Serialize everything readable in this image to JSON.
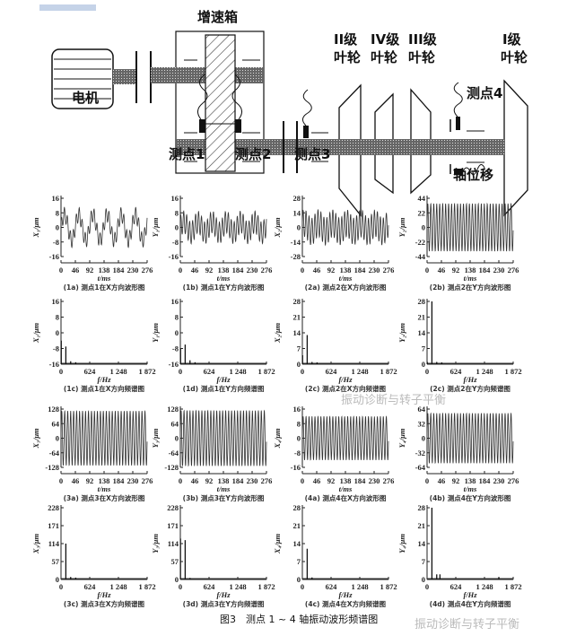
{
  "diagram": {
    "motor": "电机",
    "gearbox": "增速箱",
    "stage2": [
      "II级",
      "叶轮"
    ],
    "stage4": [
      "IV级",
      "叶轮"
    ],
    "stage3": [
      "III级",
      "叶轮"
    ],
    "stage1": [
      "I级",
      "叶轮"
    ],
    "point1": "测点1",
    "point2": "测点2",
    "point3": "测点3",
    "point4": "测点4",
    "axial": "轴位移"
  },
  "figure_caption": "图3　测点 1 ~ 4 轴振动波形频谱图",
  "watermark": "振动诊断与转子平衡",
  "colors": {
    "ink": "#222222",
    "watermark": "#bbbbbb",
    "accent_bar": "#c5d3e8"
  },
  "chart_data": [
    {
      "id": "1a",
      "type": "line",
      "caption": "(1a) 测点1在X方向波形图",
      "ylabel": "X₁/μm",
      "xlabel": "t/ms",
      "ylim": [
        -16,
        16
      ],
      "yticks": [
        "16",
        "8",
        "0",
        "-8",
        "-16"
      ],
      "xlim": [
        0,
        276
      ],
      "xticks": [
        "0",
        "46",
        "92",
        "138",
        "184",
        "230",
        "276"
      ],
      "components": [
        {
          "freq_hz": 22,
          "amp": 7
        },
        {
          "freq_hz": 105,
          "amp": 4
        }
      ]
    },
    {
      "id": "1b",
      "type": "line",
      "caption": "(1b) 测点1在Y方向波形图",
      "ylabel": "Y₁/μm",
      "xlabel": "t/ms",
      "ylim": [
        -16,
        16
      ],
      "yticks": [
        "16",
        "8",
        "0",
        "-8",
        "-16"
      ],
      "xlim": [
        0,
        276
      ],
      "xticks": [
        "0",
        "46",
        "92",
        "138",
        "184",
        "230",
        "276"
      ],
      "components": [
        {
          "freq_hz": 22,
          "amp": 3
        },
        {
          "freq_hz": 105,
          "amp": 6
        }
      ]
    },
    {
      "id": "2a",
      "type": "line",
      "caption": "(2a) 测点2在X方向波形图",
      "ylabel": "X₂/μm",
      "xlabel": "t/ms",
      "ylim": [
        -28,
        28
      ],
      "yticks": [
        "28",
        "14",
        "0",
        "-14",
        "-28"
      ],
      "xlim": [
        0,
        276
      ],
      "xticks": [
        "0",
        "46",
        "92",
        "138",
        "184",
        "230",
        "276"
      ],
      "components": [
        {
          "freq_hz": 105,
          "amp": 13
        },
        {
          "freq_hz": 22,
          "amp": 4
        }
      ]
    },
    {
      "id": "2b",
      "type": "line",
      "caption": "(2b) 测点2在Y方向波形图",
      "ylabel": "Y₂/μm",
      "xlabel": "t/ms",
      "ylim": [
        -44,
        44
      ],
      "yticks": [
        "44",
        "22",
        "0",
        "-22",
        "-44"
      ],
      "xlim": [
        0,
        276
      ],
      "xticks": [
        "0",
        "46",
        "92",
        "138",
        "184",
        "230",
        "276"
      ],
      "components": [
        {
          "freq_hz": 105,
          "amp": 36
        }
      ]
    },
    {
      "id": "1c",
      "type": "bar",
      "caption": "(1c) 测点1在X方向频谱图",
      "ylabel": "X₁/μm",
      "xlabel": "f/Hz",
      "ylim": [
        -16,
        16
      ],
      "yticks": [
        "16",
        "8",
        "0",
        "-8",
        "-16"
      ],
      "xlim": [
        0,
        1872
      ],
      "xticks": [
        "0",
        "624",
        "1 248",
        "1 872"
      ],
      "peaks": [
        [
          5,
          -4
        ],
        [
          105,
          -7
        ],
        [
          210,
          -14.5
        ],
        [
          320,
          -15
        ]
      ]
    },
    {
      "id": "1d",
      "type": "bar",
      "caption": "(1d) 测点1在Y方向频谱图",
      "ylabel": "Y₁/μm",
      "xlabel": "f/Hz",
      "ylim": [
        -16,
        16
      ],
      "yticks": [
        "16",
        "8",
        "0",
        "-8",
        "-16"
      ],
      "xlim": [
        0,
        1872
      ],
      "xticks": [
        "0",
        "624",
        "1 248",
        "1 872"
      ],
      "peaks": [
        [
          5,
          -8
        ],
        [
          105,
          -6
        ],
        [
          210,
          -14
        ],
        [
          320,
          -15
        ]
      ]
    },
    {
      "id": "2c",
      "type": "bar",
      "caption": "(2c) 测点2在X方向频谱图",
      "ylabel": "X₂/μm",
      "xlabel": "f/Hz",
      "ylim": [
        0,
        28
      ],
      "yticks": [
        "28",
        "21",
        "14",
        "7",
        "0"
      ],
      "xlim": [
        0,
        1872
      ],
      "xticks": [
        "0",
        "624",
        "1 248",
        "1 872"
      ],
      "peaks": [
        [
          5,
          4
        ],
        [
          105,
          13
        ],
        [
          210,
          1
        ],
        [
          320,
          0.8
        ]
      ]
    },
    {
      "id": "2d",
      "type": "bar",
      "caption": "(2c) 测点2在Y方向频谱图",
      "ylabel": "Y₂/μm",
      "xlabel": "f/Hz",
      "ylim": [
        0,
        28
      ],
      "yticks": [
        "28",
        "21",
        "14",
        "7",
        "0"
      ],
      "xlim": [
        0,
        1872
      ],
      "xticks": [
        "0",
        "624",
        "1 248",
        "1 872"
      ],
      "peaks": [
        [
          5,
          1
        ],
        [
          105,
          28
        ],
        [
          210,
          1
        ],
        [
          320,
          0.8
        ]
      ]
    },
    {
      "id": "3a",
      "type": "line",
      "caption": "(3a) 测点3在X方向波形图",
      "ylabel": "X₃/μm",
      "xlabel": "t/ms",
      "ylim": [
        -128,
        128
      ],
      "yticks": [
        "128",
        "64",
        "0",
        "-64",
        "-128"
      ],
      "xlim": [
        0,
        276
      ],
      "xticks": [
        "0",
        "46",
        "92",
        "138",
        "184",
        "230",
        "276"
      ],
      "components": [
        {
          "freq_hz": 105,
          "amp": 120
        }
      ]
    },
    {
      "id": "3b",
      "type": "line",
      "caption": "(3b) 测点3在Y方向波形图",
      "ylabel": "Y₃/μm",
      "xlabel": "t/ms",
      "ylim": [
        -128,
        128
      ],
      "yticks": [
        "128",
        "64",
        "0",
        "-64",
        "-128"
      ],
      "xlim": [
        0,
        276
      ],
      "xticks": [
        "0",
        "46",
        "92",
        "138",
        "184",
        "230",
        "276"
      ],
      "components": [
        {
          "freq_hz": 105,
          "amp": 122
        }
      ]
    },
    {
      "id": "4a",
      "type": "line",
      "caption": "(4a) 测点4在X方向波形图",
      "ylabel": "X₄/μm",
      "xlabel": "t/ms",
      "ylim": [
        -16,
        16
      ],
      "yticks": [
        "16",
        "8",
        "0",
        "-8",
        "-16"
      ],
      "xlim": [
        0,
        276
      ],
      "xticks": [
        "0",
        "46",
        "92",
        "138",
        "184",
        "230",
        "276"
      ],
      "components": [
        {
          "freq_hz": 105,
          "amp": 12
        }
      ]
    },
    {
      "id": "4b",
      "type": "line",
      "caption": "(4b) 测点4在Y方向波形图",
      "ylabel": "Y₄/μm",
      "xlabel": "t/ms",
      "ylim": [
        -64,
        64
      ],
      "yticks": [
        "64",
        "32",
        "0",
        "-32",
        "-64"
      ],
      "xlim": [
        0,
        276
      ],
      "xticks": [
        "0",
        "46",
        "92",
        "138",
        "184",
        "230",
        "276"
      ],
      "components": [
        {
          "freq_hz": 105,
          "amp": 55
        }
      ]
    },
    {
      "id": "3c",
      "type": "bar",
      "caption": "(3c) 测点3在X方向频谱图",
      "ylabel": "X₃/μm",
      "xlabel": "f/Hz",
      "ylim": [
        0,
        228
      ],
      "yticks": [
        "228",
        "171",
        "114",
        "57",
        "0"
      ],
      "xlim": [
        0,
        1872
      ],
      "xticks": [
        "0",
        "624",
        "1 248",
        "1 872"
      ],
      "peaks": [
        [
          105,
          114
        ],
        [
          210,
          8
        ],
        [
          320,
          6
        ]
      ]
    },
    {
      "id": "3d",
      "type": "bar",
      "caption": "(3d) 测点3在Y方向频谱图",
      "ylabel": "Y₃/μm",
      "xlabel": "f/Hz",
      "ylim": [
        0,
        228
      ],
      "yticks": [
        "228",
        "171",
        "114",
        "57",
        "0"
      ],
      "xlim": [
        0,
        1872
      ],
      "xticks": [
        "0",
        "624",
        "1 248",
        "1 872"
      ],
      "peaks": [
        [
          3,
          130
        ],
        [
          105,
          125
        ],
        [
          210,
          5
        ]
      ]
    },
    {
      "id": "4c",
      "type": "bar",
      "caption": "(4c) 测点4在X方向频谱图",
      "ylabel": "X₄/μm",
      "xlabel": "f/Hz",
      "ylim": [
        0,
        28
      ],
      "yticks": [
        "28",
        "21",
        "14",
        "7",
        "0"
      ],
      "xlim": [
        0,
        1872
      ],
      "xticks": [
        "0",
        "624",
        "1 248",
        "1 872"
      ],
      "peaks": [
        [
          105,
          12
        ],
        [
          210,
          0.8
        ]
      ]
    },
    {
      "id": "4d",
      "type": "bar",
      "caption": "(4d) 测点4在Y方向频谱图",
      "ylabel": "Y₄/μm",
      "xlabel": "f/Hz",
      "ylim": [
        0,
        28
      ],
      "yticks": [
        "28",
        "21",
        "14",
        "7",
        "0"
      ],
      "xlim": [
        0,
        1872
      ],
      "xticks": [
        "0",
        "624",
        "1 248",
        "1 872"
      ],
      "peaks": [
        [
          105,
          28
        ],
        [
          210,
          2
        ],
        [
          280,
          2
        ],
        [
          1560,
          1
        ]
      ]
    }
  ]
}
